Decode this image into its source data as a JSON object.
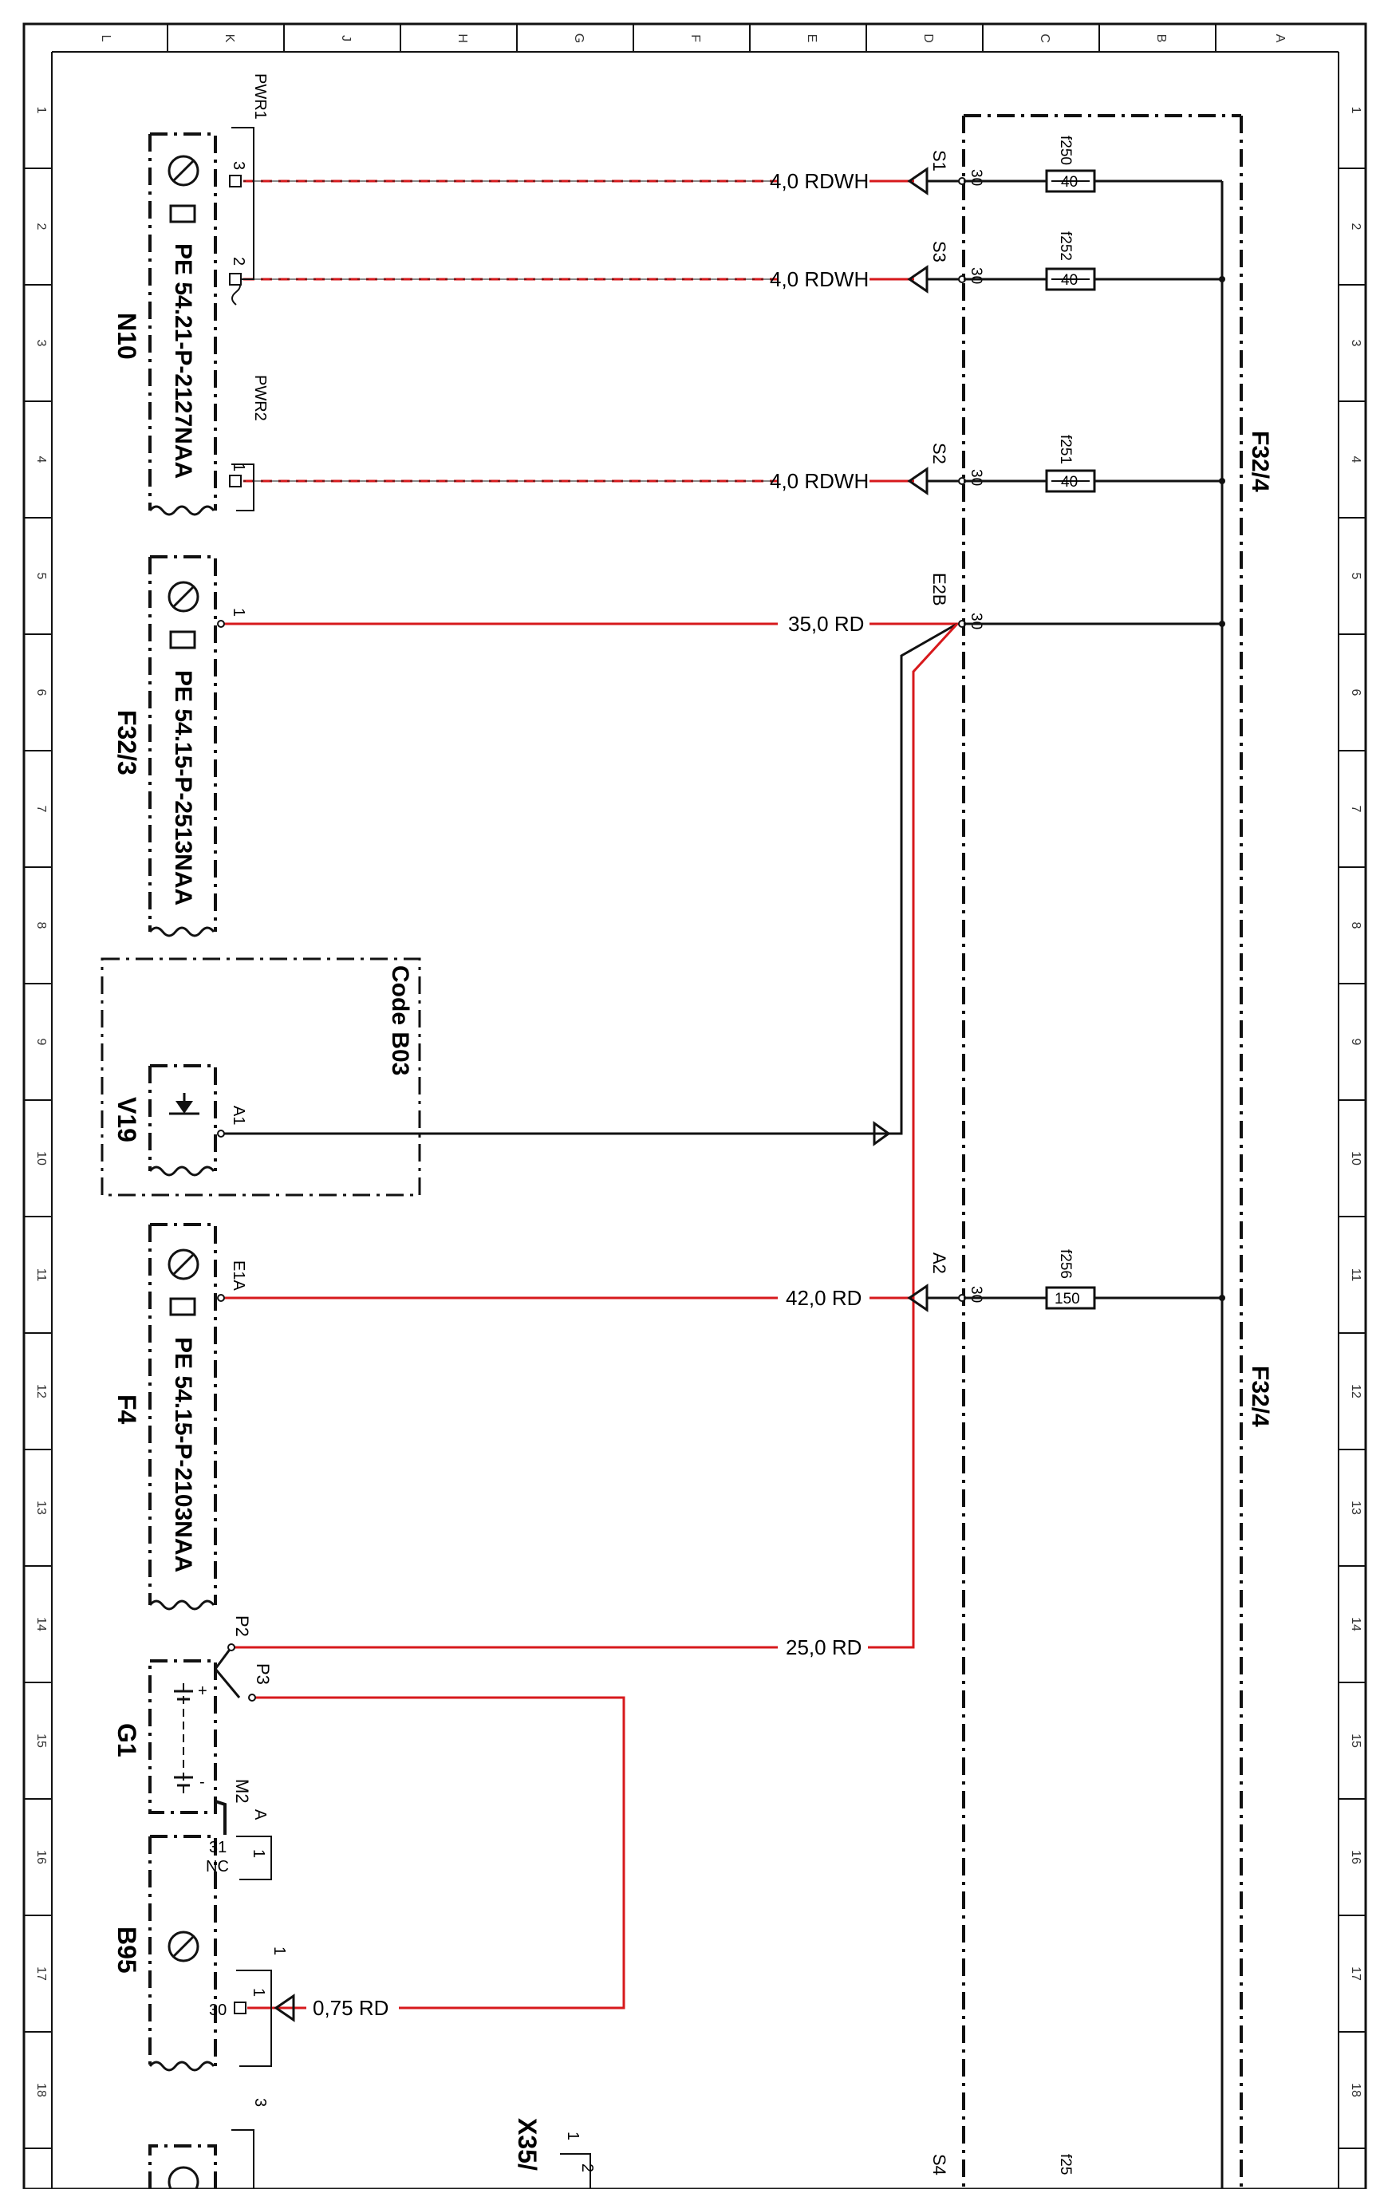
{
  "frame": {
    "column_letters": [
      "L",
      "K",
      "J",
      "H",
      "G",
      "F",
      "E",
      "D",
      "C",
      "B",
      "A"
    ],
    "row_numbers": [
      "1",
      "2",
      "3",
      "4",
      "5",
      "6",
      "7",
      "8",
      "9",
      "10",
      "11",
      "12",
      "13",
      "14",
      "15",
      "16",
      "17",
      "18"
    ]
  },
  "colors": {
    "red_wire": "#d7191c",
    "black_wire": "#111111",
    "frame": "#111111"
  },
  "fusebox": {
    "label_top": "F32/4",
    "label_bottom": "F32/4",
    "fuses": [
      {
        "name": "f250",
        "rating": "40"
      },
      {
        "name": "f252",
        "rating": "40"
      },
      {
        "name": "f251",
        "rating": "40"
      },
      {
        "name": "f256",
        "rating": "150"
      },
      {
        "name": "f25"
      }
    ]
  },
  "connectors": [
    {
      "pin_out": "S1",
      "term": "30",
      "wire": "4,0 RDWH"
    },
    {
      "pin_out": "S3",
      "term": "30",
      "wire": "4,0 RDWH"
    },
    {
      "pin_out": "S2",
      "term": "30",
      "wire": "4,0 RDWH"
    },
    {
      "pin_out": "E2B",
      "term": "30",
      "wire": "35,0 RD"
    },
    {
      "pin_out": "A2",
      "term": "30",
      "wire": "42,0 RD"
    },
    {
      "pin_out": "S4"
    }
  ],
  "wires": {
    "g1_p2": "25,0 RD",
    "b95_30": "0,75 RD"
  },
  "components": {
    "n10": {
      "id": "N10",
      "part": "PE 54.21-P-2127NAA",
      "pwr1": "PWR1",
      "pwr2": "PWR2",
      "pin3": "3",
      "pin2": "2",
      "pin1": "1"
    },
    "f32_3": {
      "id": "F32/3",
      "part": "PE 54.15-P-2513NAA",
      "pin1": "1"
    },
    "v19": {
      "id": "V19",
      "code": "Code B03",
      "pin_a1": "A1"
    },
    "f4": {
      "id": "F4",
      "part": "PE 54.15-P-2103NAA",
      "pin_e1a": "E1A"
    },
    "g1": {
      "id": "G1",
      "p2": "P2",
      "p3": "P3",
      "m2": "M2",
      "plus": "+",
      "minus": "-"
    },
    "b95": {
      "id": "B95",
      "conn_a": "A",
      "pin31": "31",
      "nc": "NC",
      "pin1a": "1",
      "pin1b": "1",
      "pin1c": "1",
      "pin30": "30"
    },
    "x35": {
      "id": "X35/",
      "pin2": "2",
      "pin1": "1"
    },
    "bottom_part": {
      "pin3": "3"
    }
  }
}
